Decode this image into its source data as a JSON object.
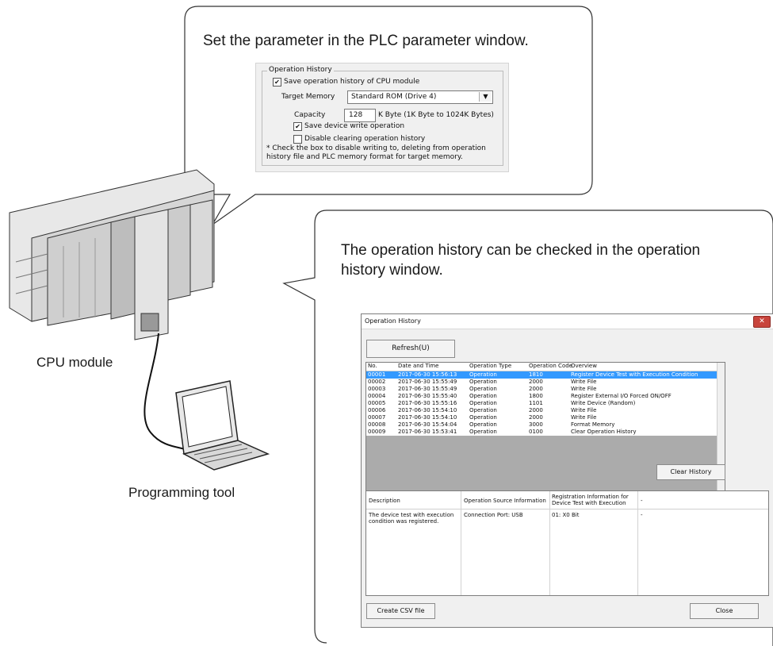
{
  "top_caption": "Set the parameter in the PLC parameter window.",
  "param_window": {
    "group_title": "Operation History",
    "save_history_label": "Save operation history of CPU module",
    "save_history_checked": true,
    "target_memory_label": "Target Memory",
    "target_memory_value": "Standard ROM (Drive 4)",
    "capacity_label": "Capacity",
    "capacity_value": "128",
    "capacity_unit": "K Byte (1K Byte to 1024K Bytes)",
    "save_device_write_label": "Save device write operation",
    "save_device_write_checked": true,
    "disable_clearing_label": "Disable clearing operation history",
    "disable_clearing_checked": false,
    "note_line1": "* Check the box to disable writing to, deleting from operation",
    "note_line2": "history file and PLC memory format for target memory."
  },
  "right_caption_line1": "The operation history can be checked in the operation",
  "right_caption_line2": "history window.",
  "cpu_label": "CPU module",
  "tool_label": "Programming tool",
  "history_window": {
    "title": "Operation History",
    "refresh_button": "Refresh(U)",
    "columns": [
      "No.",
      "Date and Time",
      "Operation Type",
      "Operation Code",
      "Overview"
    ],
    "rows": [
      [
        "00001",
        "2017-06-30  15:56:13",
        "Operation",
        "1810",
        "Register Device Test with Execution Condition"
      ],
      [
        "00002",
        "2017-06-30  15:55:49",
        "Operation",
        "2000",
        "Write File"
      ],
      [
        "00003",
        "2017-06-30  15:55:49",
        "Operation",
        "2000",
        "Write File"
      ],
      [
        "00004",
        "2017-06-30  15:55:40",
        "Operation",
        "1800",
        "Register External I/O Forced ON/OFF"
      ],
      [
        "00005",
        "2017-06-30  15:55:16",
        "Operation",
        "1101",
        "Write Device (Random)"
      ],
      [
        "00006",
        "2017-06-30  15:54:10",
        "Operation",
        "2000",
        "Write File"
      ],
      [
        "00007",
        "2017-06-30  15:54:10",
        "Operation",
        "2000",
        "Write File"
      ],
      [
        "00008",
        "2017-06-30  15:54:04",
        "Operation",
        "3000",
        "Format Memory"
      ],
      [
        "00009",
        "2017-06-30  15:53:41",
        "Operation",
        "0100",
        "Clear Operation History"
      ]
    ],
    "selected_row": 0,
    "clear_button": "Clear History",
    "detail_headers": [
      "Description",
      "Operation Source Information",
      "Registration Information for",
      "Device Test with Execution",
      "-"
    ],
    "detail_values": [
      "The device test with execution",
      "condition was registered.",
      "Connection Port: USB",
      "01: X0  Bit",
      "-"
    ],
    "csv_button": "Create CSV file",
    "close_button": "Close"
  }
}
